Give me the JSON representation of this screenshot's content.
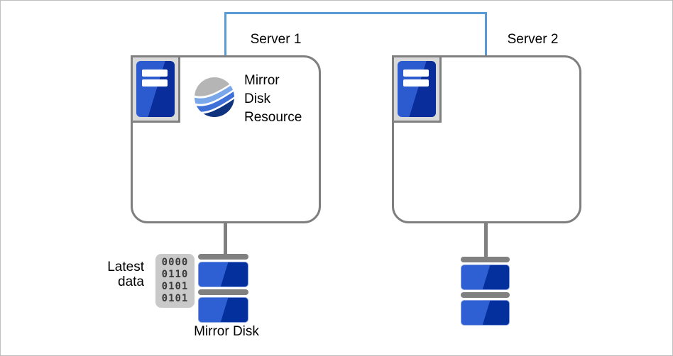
{
  "diagram": {
    "type": "cluster-mirror-disk-diagram",
    "servers": [
      {
        "label": "Server 1",
        "resource_label": "Mirror\nDisk\nResource",
        "has_resource": true
      },
      {
        "label": "Server 2",
        "has_resource": false
      }
    ],
    "latest_data": {
      "label": "Latest\ndata",
      "binary": [
        "0000",
        "0110",
        "0101",
        "0101"
      ]
    },
    "mirror_disk": {
      "label": "Mirror Disk"
    },
    "icons": {
      "server_icon": "server-tower-icon",
      "resource_icon": "mirror-disk-resource-sphere-icon",
      "disk_icon": "disk-stack-icon",
      "binary_icon": "binary-data-block-icon"
    },
    "colors": {
      "link_blue": "#5b9bd5",
      "box_border_gray": "#7f7f7f",
      "icon_gray_bg": "#d9d9d9",
      "tower_blue_light": "#2b5bcf",
      "tower_blue_dark": "#0a2d9c",
      "disk_blue_light": "#2e5fd3",
      "disk_blue_dark": "#04309e",
      "sphere_gray": "#b5b5b5",
      "sphere_light_blue": "#79a7ea",
      "sphere_mid_blue": "#3e70d8",
      "sphere_navy": "#10337f",
      "binary_bg": "#c9c9c9",
      "binary_text": "#3b3b3b"
    }
  }
}
